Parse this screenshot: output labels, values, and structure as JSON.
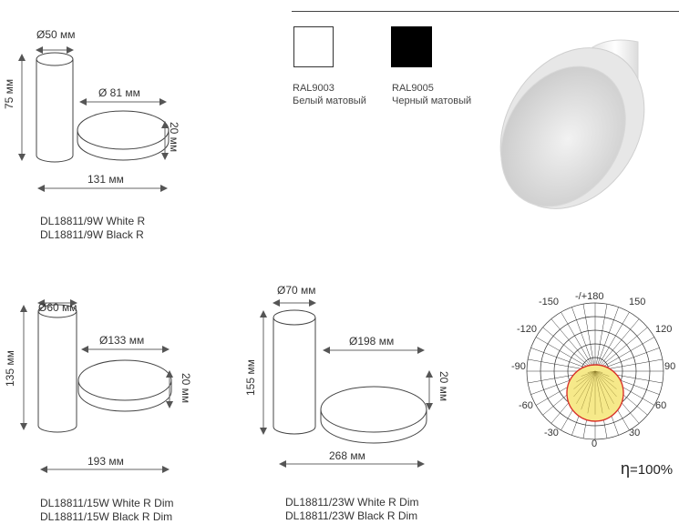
{
  "swatches": [
    {
      "code": "RAL9003",
      "name": "Белый матовый",
      "color": "#ffffff"
    },
    {
      "code": "RAL9005",
      "name": "Черный матовый",
      "color": "#000000"
    }
  ],
  "variants": [
    {
      "diameter_tube": "Ø50 мм",
      "height": "75 мм",
      "diameter_disc": "Ø 81 мм",
      "disc_height": "20 мм",
      "length": "131 мм",
      "models": [
        "DL18811/9W White R",
        "DL18811/9W Black R"
      ]
    },
    {
      "diameter_tube": "Ø60 мм",
      "height": "135 мм",
      "diameter_disc": "Ø133 мм",
      "disc_height": "20 мм",
      "length": "193 мм",
      "models": [
        "DL18811/15W White R Dim",
        "DL18811/15W Black R Dim"
      ]
    },
    {
      "diameter_tube": "Ø70 мм",
      "height": "155 мм",
      "diameter_disc": "Ø198 мм",
      "disc_height": "20 мм",
      "length": "268 мм",
      "models": [
        "DL18811/23W White R Dim",
        "DL18811/23W Black R Dim"
      ]
    }
  ],
  "polar": {
    "angle_labels": [
      "-/+180",
      "-150",
      "150",
      "-120",
      "120",
      "-90",
      "90",
      "-60",
      "60",
      "-30",
      "30",
      "0"
    ],
    "fill_color": "#f6e98a",
    "outline_color": "#d9332b",
    "efficiency": "=100%",
    "eta_symbol": "η"
  }
}
